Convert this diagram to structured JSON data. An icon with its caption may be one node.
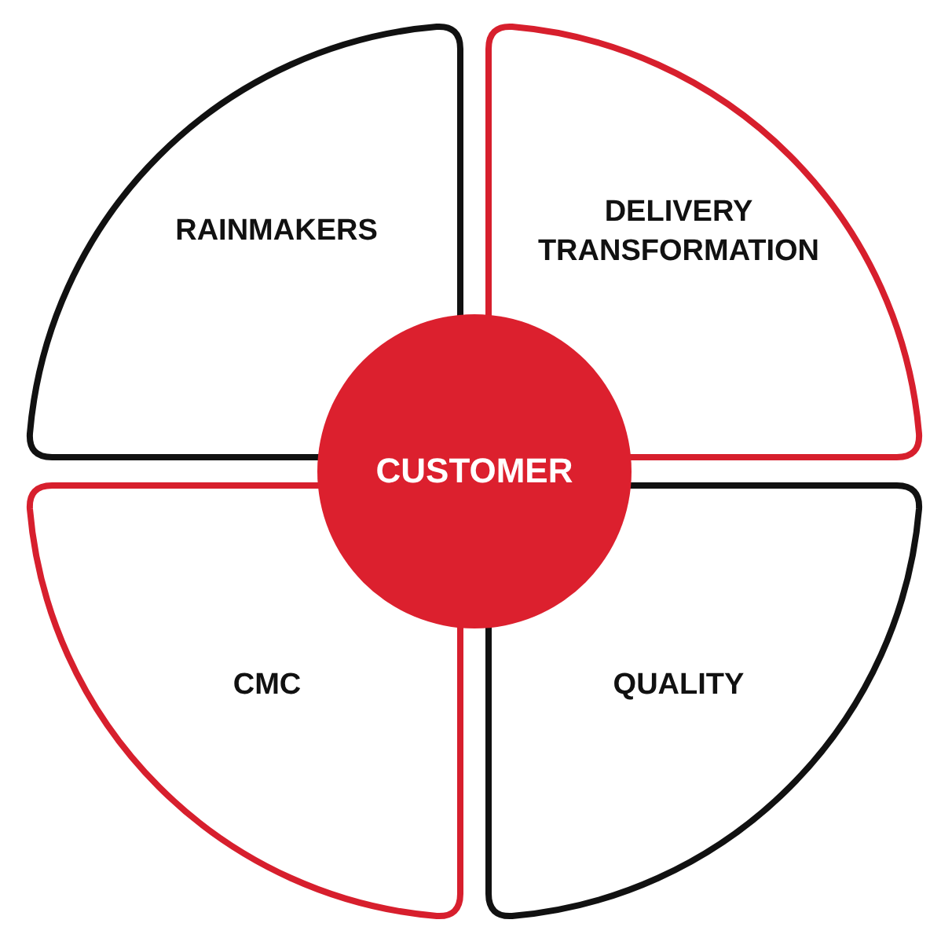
{
  "diagram": {
    "nodes": [
      {
        "text": [
          "RAINMAKERS"
        ]
      },
      {
        "text": [
          "DELIVERY TRANSFORMATION"
        ]
      },
      {
        "text": [
          "CUSTOMER"
        ]
      },
      {
        "text": [
          "CMC"
        ]
      },
      {
        "text": [
          "QUALITY"
        ]
      }
    ]
  }
}
